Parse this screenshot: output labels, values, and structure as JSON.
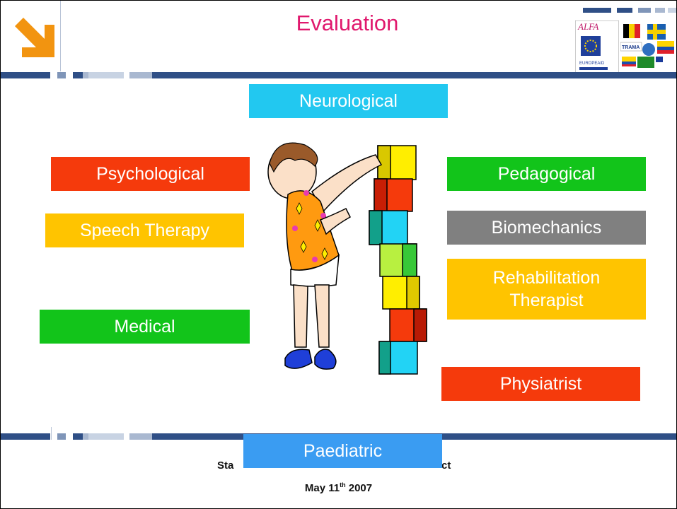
{
  "slide": {
    "title": "Evaluation",
    "boxes": {
      "neurological": "Neurological",
      "psychological": "Psychological",
      "pedagogical": "Pedagogical",
      "speech_therapy": "Speech Therapy",
      "biomechanics": "Biomechanics",
      "rehabilitation_line1": "Rehabilitation",
      "rehabilitation_line2": "Therapist",
      "medical": "Medical",
      "physiatrist": "Physiatrist",
      "paediatric": "Paediatric"
    },
    "footer": {
      "left_visible": "Sta",
      "right_visible": "ct",
      "date_prefix": "May 11",
      "date_sup": "th",
      "date_suffix": " 2007"
    },
    "logo_texts": [
      "ALFA",
      "TRAMA",
      "EUROPEAID"
    ]
  },
  "colors": {
    "title": "#e0186d",
    "neurological": "#22c8f0",
    "psychological": "#f53a0c",
    "pedagogical": "#12c41a",
    "speech_therapy": "#ffc400",
    "biomechanics": "#808080",
    "rehabilitation": "#ffc400",
    "medical": "#12c41a",
    "physiatrist": "#f53a0c",
    "paediatric": "#3a9cf2",
    "stripe_dark": "#2f4f86"
  },
  "icons": [
    "arrow-down-right-icon",
    "alfa-logo",
    "flags-logo",
    "child-blocks-illustration"
  ]
}
